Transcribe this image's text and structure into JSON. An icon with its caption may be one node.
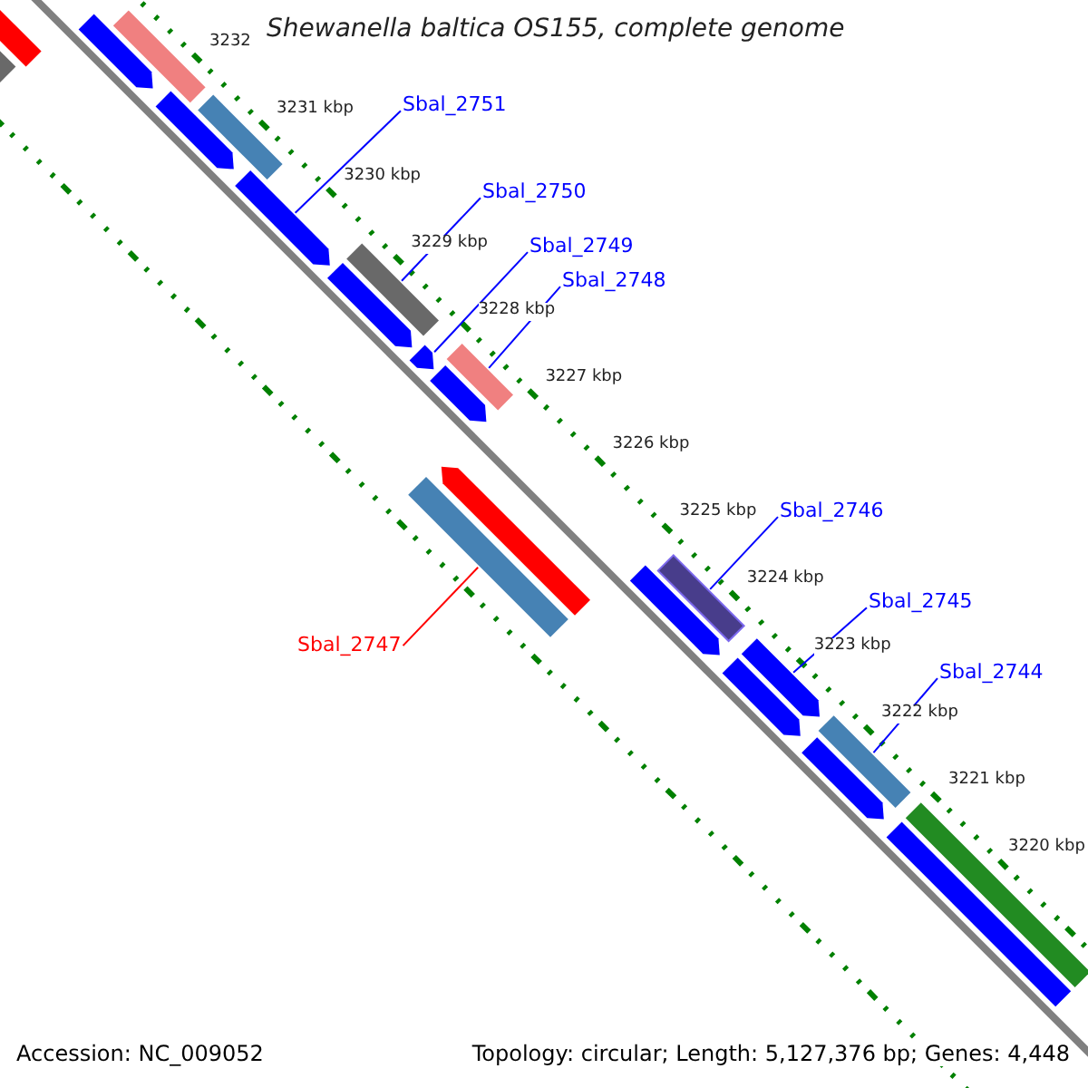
{
  "diagram": {
    "title": "Shewanella baltica OS155, complete genome",
    "nodes": [
      {
        "text": [
          "Sbal_2751"
        ]
      },
      {
        "text": [
          "Sbal_2750"
        ]
      },
      {
        "text": [
          "Sbal_2749"
        ]
      },
      {
        "text": [
          "Sbal_2748"
        ]
      },
      {
        "text": [
          "Sbal_2746"
        ]
      },
      {
        "text": [
          "Sbal_2745"
        ]
      },
      {
        "text": [
          "Sbal_2747"
        ]
      },
      {
        "text": [
          "Sbal_2744"
        ]
      },
      {
        "text": [],
        "shape": "arrow"
      },
      {
        "text": [],
        "shape": "bar"
      },
      {
        "text": [],
        "shape": "arrow"
      },
      {
        "text": [],
        "shape": "bar"
      },
      {
        "text": [],
        "shape": "arrow"
      },
      {
        "text": [],
        "shape": "bar"
      },
      {
        "text": [],
        "shape": "arrow"
      },
      {
        "text": [],
        "shape": "bar"
      },
      {
        "text": [],
        "shape": "arrow"
      },
      {
        "text": [],
        "shape": "arrow"
      },
      {
        "text": [],
        "shape": "bar"
      },
      {
        "text": [],
        "shape": "arrow"
      },
      {
        "text": [],
        "shape": "arrow"
      },
      {
        "text": [],
        "shape": "bar"
      },
      {
        "text": [],
        "shape": "bar"
      },
      {
        "text": [],
        "shape": "arrow"
      },
      {
        "text": [],
        "shape": "arrow"
      },
      {
        "text": [],
        "shape": "arrow"
      },
      {
        "text": [],
        "shape": "bar"
      },
      {
        "text": [],
        "shape": "arrow"
      },
      {
        "text": [],
        "shape": "bar"
      },
      {
        "text": [],
        "shape": "bar"
      }
    ],
    "edges": [
      {
        "from": 0,
        "to": 14,
        "arrow": "none"
      },
      {
        "from": 1,
        "to": 15,
        "arrow": "none"
      },
      {
        "from": 2,
        "to": 17,
        "arrow": "none"
      },
      {
        "from": 3,
        "to": 18,
        "arrow": "none"
      },
      {
        "from": 4,
        "to": 22,
        "arrow": "none"
      },
      {
        "from": 5,
        "to": 24,
        "arrow": "none"
      },
      {
        "from": 6,
        "to": 21,
        "arrow": "none",
        "color": "#ff0000"
      },
      {
        "from": 7,
        "to": 26,
        "arrow": "none"
      }
    ],
    "labels": [
      "3232",
      "3231 kbp",
      "3230 kbp",
      "3229 kbp",
      "3228 kbp",
      "3227 kbp",
      "3226 kbp",
      "3225 kbp",
      "3224 kbp",
      "3223 kbp",
      "3222 kbp",
      "3221 kbp",
      "3220 kbp",
      "Accession: NC_009052",
      "Topology: circular; Length: 5,127,376 bp; Genes: 4,448"
    ]
  }
}
